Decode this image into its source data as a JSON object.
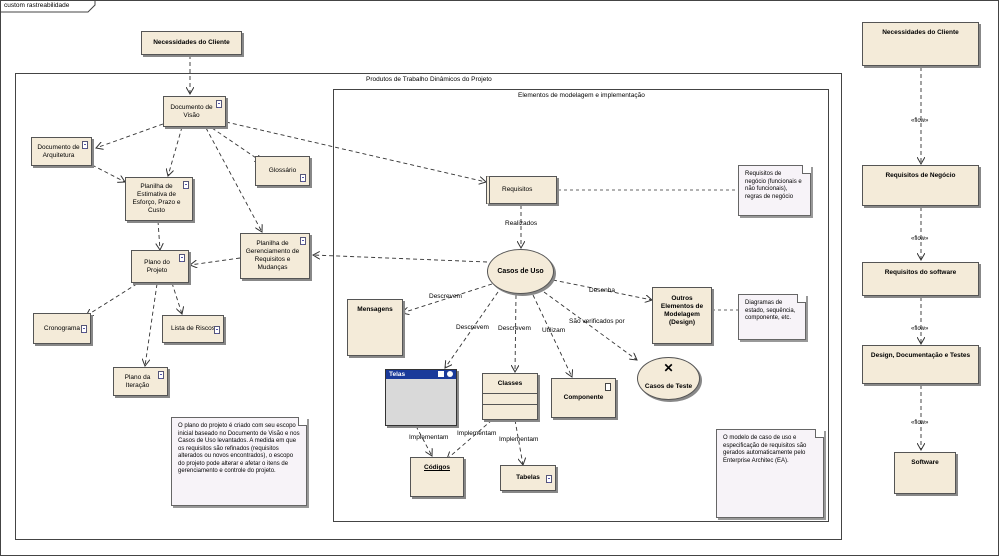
{
  "diagram": {
    "tab_title": "custom rastreabilidade",
    "frame_products": "Produtos de Trabalho Dinâmicos do Projeto",
    "frame_models": "Elementos de modelagem e implementação"
  },
  "nodes": {
    "necessidades": "Necessidades do Cliente",
    "doc_visao": "Documento de Visão",
    "doc_arq": "Documento de Arquitetura",
    "glossario": "Glossário",
    "planilha_estimativa": "Planilha de Estimativa de Esforço, Prazo e Custo",
    "planilha_ger": "Planilha de Gerenciamento de Requisitos e Mudanças",
    "plano_projeto": "Plano do Projeto",
    "cronograma": "Cronograma",
    "lista_riscos": "Lista de Riscos",
    "plano_iteracao": "Plano da Iteração",
    "requisitos": "Requisitos",
    "casos_uso": "Casos de Uso",
    "mensagens": "Mensagens",
    "telas": "Telas",
    "classes": "Classes",
    "componente": "Componente",
    "casos_teste": "Casos de Teste",
    "outros": "Outros Elementos de Modelagem (Design)",
    "codigos": "Códigos",
    "tabelas": "Tabelas",
    "r_necessidades": "Necessidades do Cliente",
    "r_req_negocio": "Requisitos de Negócio",
    "r_req_software": "Requisitos do software",
    "r_design": "Design, Documentação e Testes",
    "r_software": "Software"
  },
  "notes": {
    "req_negocio": "Requisitos de negócio (funcionais e não funcionais), regras de negócio",
    "diagramas": "Diagramas de estado, sequência, componente, etc.",
    "plano": "O plano do projeto é criado com seu escopo inicial baseado no Documento de Visão e nos Casos de Uso levantados. A medida em que os requisitos são refinados (requisitos alterados ou novos encontrados), o escopo do projeto pode alterar e afetar o itens de gerenciamento e controle do projeto.",
    "modelo": "O modelo de caso de uso e especificação de requisitos são gerados automaticamente pelo Enterprise Architec (EA)."
  },
  "labels": {
    "realizados": "Realizados",
    "descrevem1": "Descrevem",
    "descrevem2": "Descrevem",
    "descrevem3": "Descrevem",
    "utilizam": "Utilizam",
    "verificados": "São verificados por",
    "desenha": "Desenha",
    "implementam1": "Implementam",
    "implementam2": "Implementam",
    "implementam3": "Implementam",
    "flow1": "«flow»",
    "flow2": "«flow»",
    "flow3": "«flow»",
    "flow4": "«flow»"
  },
  "colors": {
    "node_fill": "#f4ebd9",
    "note_fill": "#f7f3f8",
    "window_bar": "#1a3a9a",
    "line": "#333333"
  }
}
